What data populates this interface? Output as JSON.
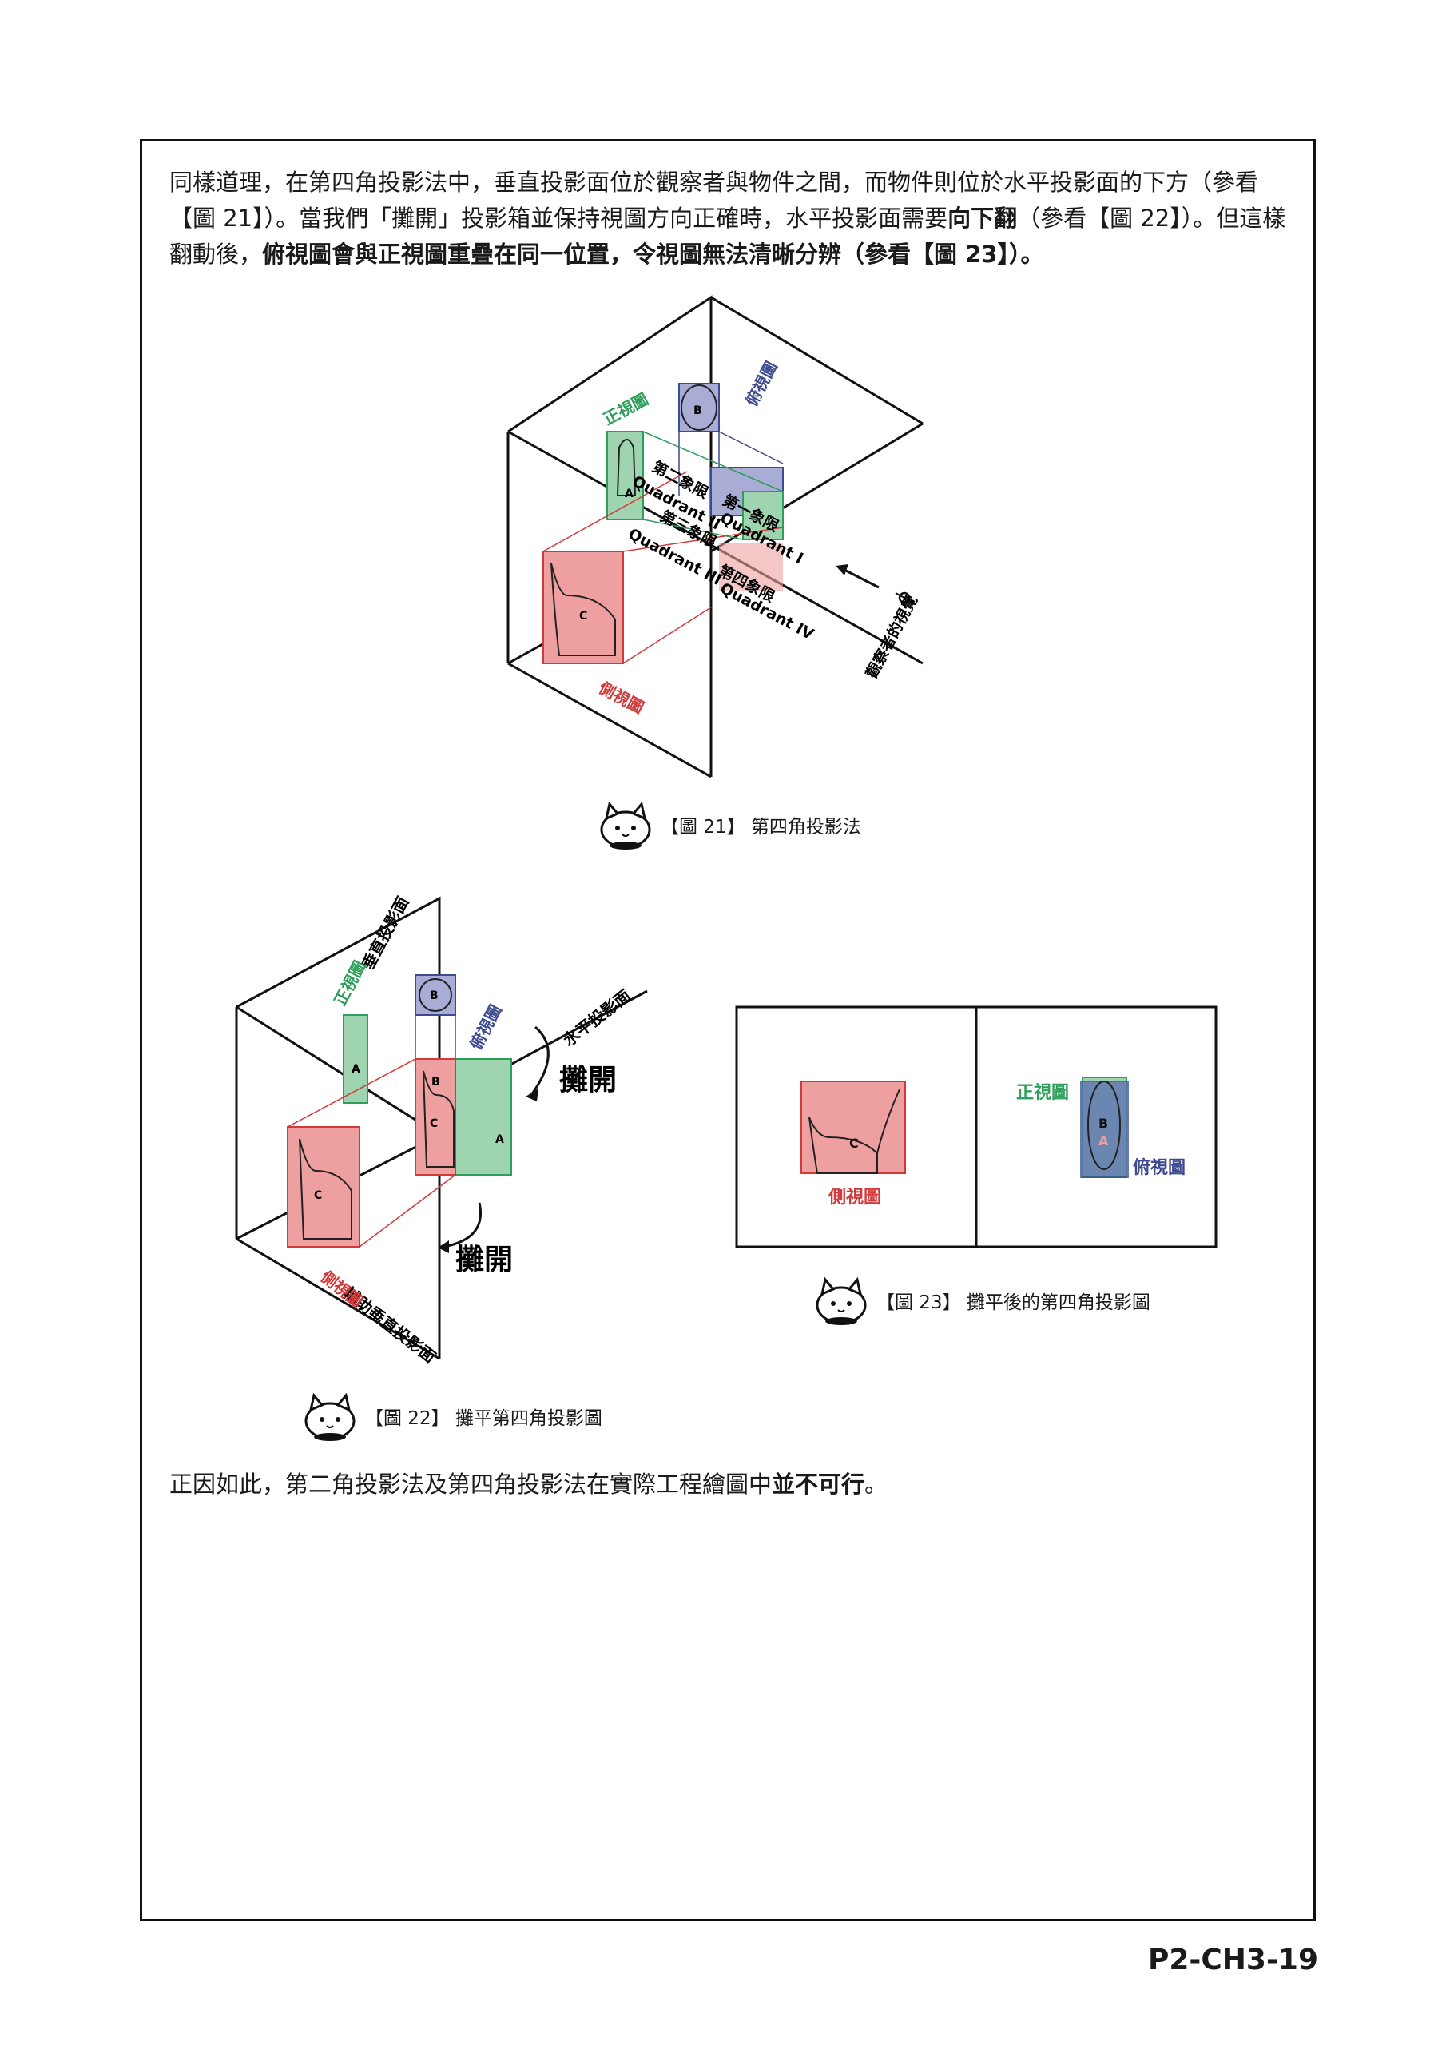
{
  "paragraph1": {
    "s1": "同樣道理，在第四角投影法中，垂直投影面位於觀察者與物件之間，而物件則位於水平投影面的下方（參看【圖 21】）。當我們「攤開」投影箱並保持視圖方向正確時，水平投影面需要",
    "s1_bold": "向下翻",
    "s2": "（參看【圖 22】）。但這樣翻動後，",
    "s2_bold": "俯視圖會與正視圖重疊在同一位置，令視圖無法清晰分辨（參看【圖 23】）。"
  },
  "paragraph2": {
    "text": "正因如此，第二角投影法及第四角投影法在實際工程繪圖中",
    "bold": "並不可行",
    "end": "。"
  },
  "fig21": {
    "caption": "【圖 21】 第四角投影法",
    "label_front": "正視圖",
    "label_top": "俯視圖",
    "label_side": "側視圖",
    "q2_zh": "第二象限",
    "q2_en": "Quadrant II",
    "q1_zh": "第一象限",
    "q1_en": "Quadrant I",
    "q3_zh": "第三象限",
    "q3_en": "Quadrant III",
    "q4_zh": "第四象限",
    "q4_en": "Quadrant IV",
    "observer": "觀察者的視覺",
    "a": "A",
    "b": "B",
    "c": "C"
  },
  "fig22": {
    "caption": "【圖 22】 攤平第四角投影圖",
    "vertical_plane": "垂直投影面",
    "horizontal_plane": "水平投影面",
    "aux_plane": "輔助垂直投影面",
    "label_front": "正視圖",
    "label_top": "俯視圖",
    "label_side": "側視圖",
    "unfold1": "攤開",
    "unfold2": "攤開",
    "a1": "A",
    "a2": "A",
    "b1": "B",
    "b2": "B",
    "c1": "C",
    "c2": "C"
  },
  "fig23": {
    "caption": "【圖 23】 攤平後的第四角投影圖",
    "label_front": "正視圖",
    "label_top": "俯視圖",
    "label_side": "側視圖",
    "b": "B",
    "a": "A",
    "c": "C"
  },
  "page_number": "P2-CH3-19",
  "colors": {
    "front_green": "#2e9e5b",
    "top_blue": "#3d4a8f",
    "side_red": "#d23a3a",
    "fill_green": "#9fd4b0",
    "fill_blue": "#a9add6",
    "fill_red": "#eea0a0"
  }
}
